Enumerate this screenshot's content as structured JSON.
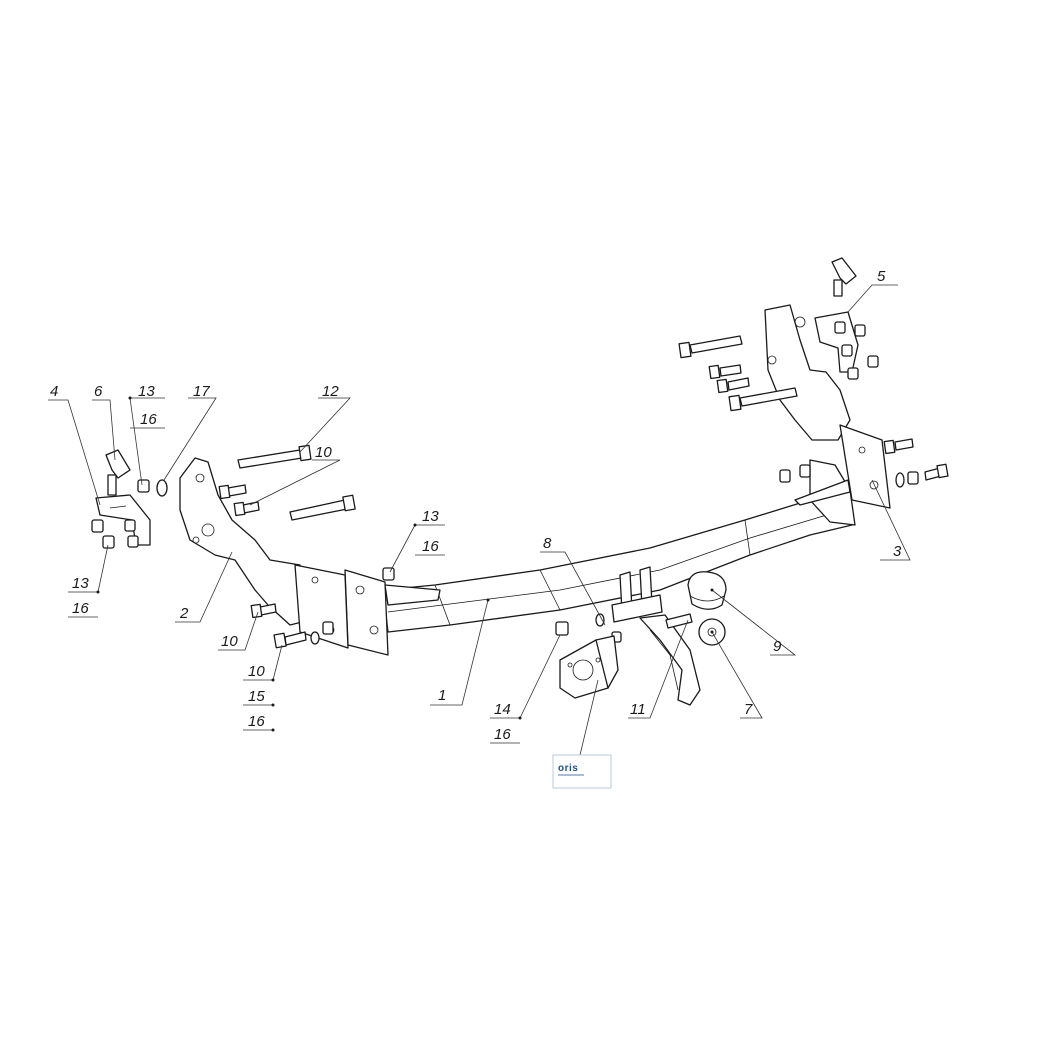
{
  "callouts": {
    "c1": "1",
    "c2": "2",
    "c3": "3",
    "c4": "4",
    "c5": "5",
    "c6": "6",
    "c7": "7",
    "c8": "8",
    "c9": "9",
    "c10a": "10",
    "c10b": "10",
    "c10c": "10",
    "c11": "11",
    "c12": "12",
    "c13a": "13",
    "c13b": "13",
    "c13c": "13",
    "c14": "14",
    "c15": "15",
    "c16a": "16",
    "c16b": "16",
    "c16c": "16",
    "c16d": "16",
    "c16e": "16",
    "c17": "17"
  },
  "logo": {
    "text": "oris"
  },
  "colors": {
    "line": "#1a1a1a",
    "logo": "#1d4f91"
  }
}
